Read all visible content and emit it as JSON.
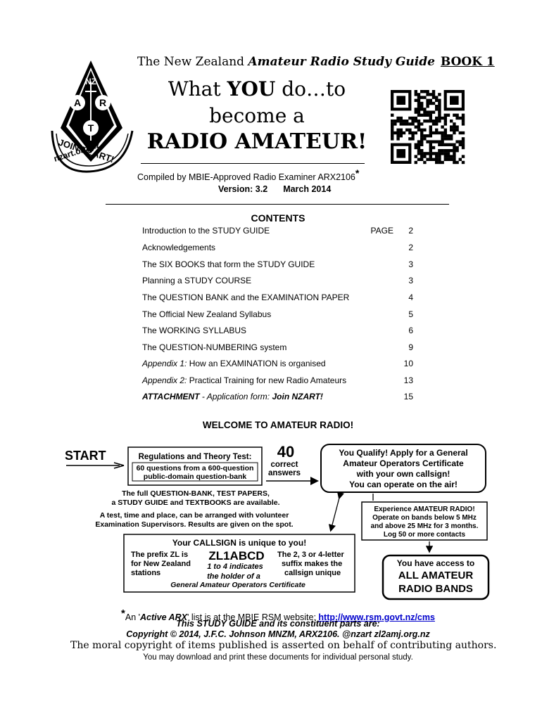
{
  "header": {
    "prefix": "The New Zealand ",
    "guide_title": "Amateur Radio Study Guide",
    "book": "BOOK 1"
  },
  "title": {
    "line1_a": "What ",
    "line1_b": "YOU",
    "line1_c": " do…to",
    "line2": "become a",
    "line3": "RADIO AMATEUR!"
  },
  "logo": {
    "letters_top": "NZ",
    "letter_a": "A",
    "letter_r": "R",
    "letter_t": "T",
    "ring_text_1": "JOIN NZART!",
    "ring_text_2": "nzart.org.nz"
  },
  "compiled": "Compiled by MBIE-Approved Radio Examiner ARX2106",
  "compiled_mark": "*",
  "version": {
    "label": "Version: 3.2",
    "date": "March 2014"
  },
  "contents": {
    "title": "CONTENTS",
    "page_label": "PAGE",
    "items": [
      {
        "prefix": "",
        "title": "Introduction to the STUDY GUIDE",
        "page": "2"
      },
      {
        "prefix": "",
        "title": "Acknowledgements",
        "page": "2"
      },
      {
        "prefix": "",
        "title": "The SIX BOOKS that form the STUDY GUIDE",
        "page": "3"
      },
      {
        "prefix": "",
        "title": "Planning a STUDY COURSE",
        "page": "3"
      },
      {
        "prefix": "",
        "title": "The QUESTION BANK and the EXAMINATION PAPER",
        "page": "4"
      },
      {
        "prefix": "",
        "title": "The Official New Zealand Syllabus",
        "page": "5"
      },
      {
        "prefix": "",
        "title": "The WORKING SYLLABUS",
        "page": "6"
      },
      {
        "prefix": "",
        "title": "The QUESTION-NUMBERING system",
        "page": "9"
      },
      {
        "prefix": "Appendix 1: ",
        "title": "How an EXAMINATION is organised",
        "page": "10"
      },
      {
        "prefix": "Appendix 2: ",
        "title": "Practical Training for new Radio Amateurs",
        "page": "13"
      },
      {
        "prefix": "ATTACHMENT",
        "title": " - Application form:  ",
        "extra": "Join NZART!",
        "page": "15"
      }
    ]
  },
  "welcome": "WELCOME TO AMATEUR RADIO!",
  "flow": {
    "start": "START",
    "box1_title": "Regulations and Theory Test:",
    "box1_line1": "60 questions from a 600-question",
    "box1_line2": "public-domain question-bank",
    "correct_num": "40",
    "correct_1": "correct",
    "correct_2": "answers",
    "qual_1": "You Qualify! Apply for a General",
    "qual_2": "Amateur Operators Certificate",
    "qual_3": "with your own callsign!",
    "qual_4": "You can operate on the air!",
    "bank_1": "The full QUESTION-BANK, TEST PAPERS,",
    "bank_2": "a STUDY GUIDE and TEXTBOOKS are available.",
    "test_1": "A test, time and place, can be arranged with volunteer",
    "test_2": "Examination Supervisors. Results are given on the spot.",
    "exp_1": "Experience AMATEUR RADIO!",
    "exp_2": "Operate on bands below 5 MHz",
    "exp_3": "and above 25 MHz for 3 months.",
    "exp_4": "Log 50 or more contacts",
    "call_title": "Your CALLSIGN is unique to you!",
    "call_a1": "The prefix ZL is",
    "call_a2": "for New Zealand",
    "call_a3": "stations",
    "call_sign": "ZL1ABCD",
    "call_b1": "1 to 4 indicates",
    "call_b2": "the holder of a",
    "call_c1": "The 2, 3 or 4-letter",
    "call_c2": "suffix makes the",
    "call_c3": "callsign unique",
    "call_cert": "General Amateur Operators Certificate",
    "access_1": "You have access to",
    "access_2": "ALL AMATEUR",
    "access_3": "RADIO BANDS"
  },
  "footer": {
    "mark": "*",
    "l1_a": "An '",
    "l1_b": "Active ARX",
    "l1_c": "' list is at the MBIE RSM website: ",
    "url": "http://www.rsm.govt.nz/cms",
    "l2": "This STUDY GUIDE and its constituent parts are:",
    "l3": "Copyright © 2014, J.F.C. Johnson MNZM, ARX2106. @nzart zl2amj.org.nz",
    "l4": "The moral copyright of items published is asserted on behalf of contributing authors.",
    "l5": "You may download and print these documents for individual personal study."
  }
}
